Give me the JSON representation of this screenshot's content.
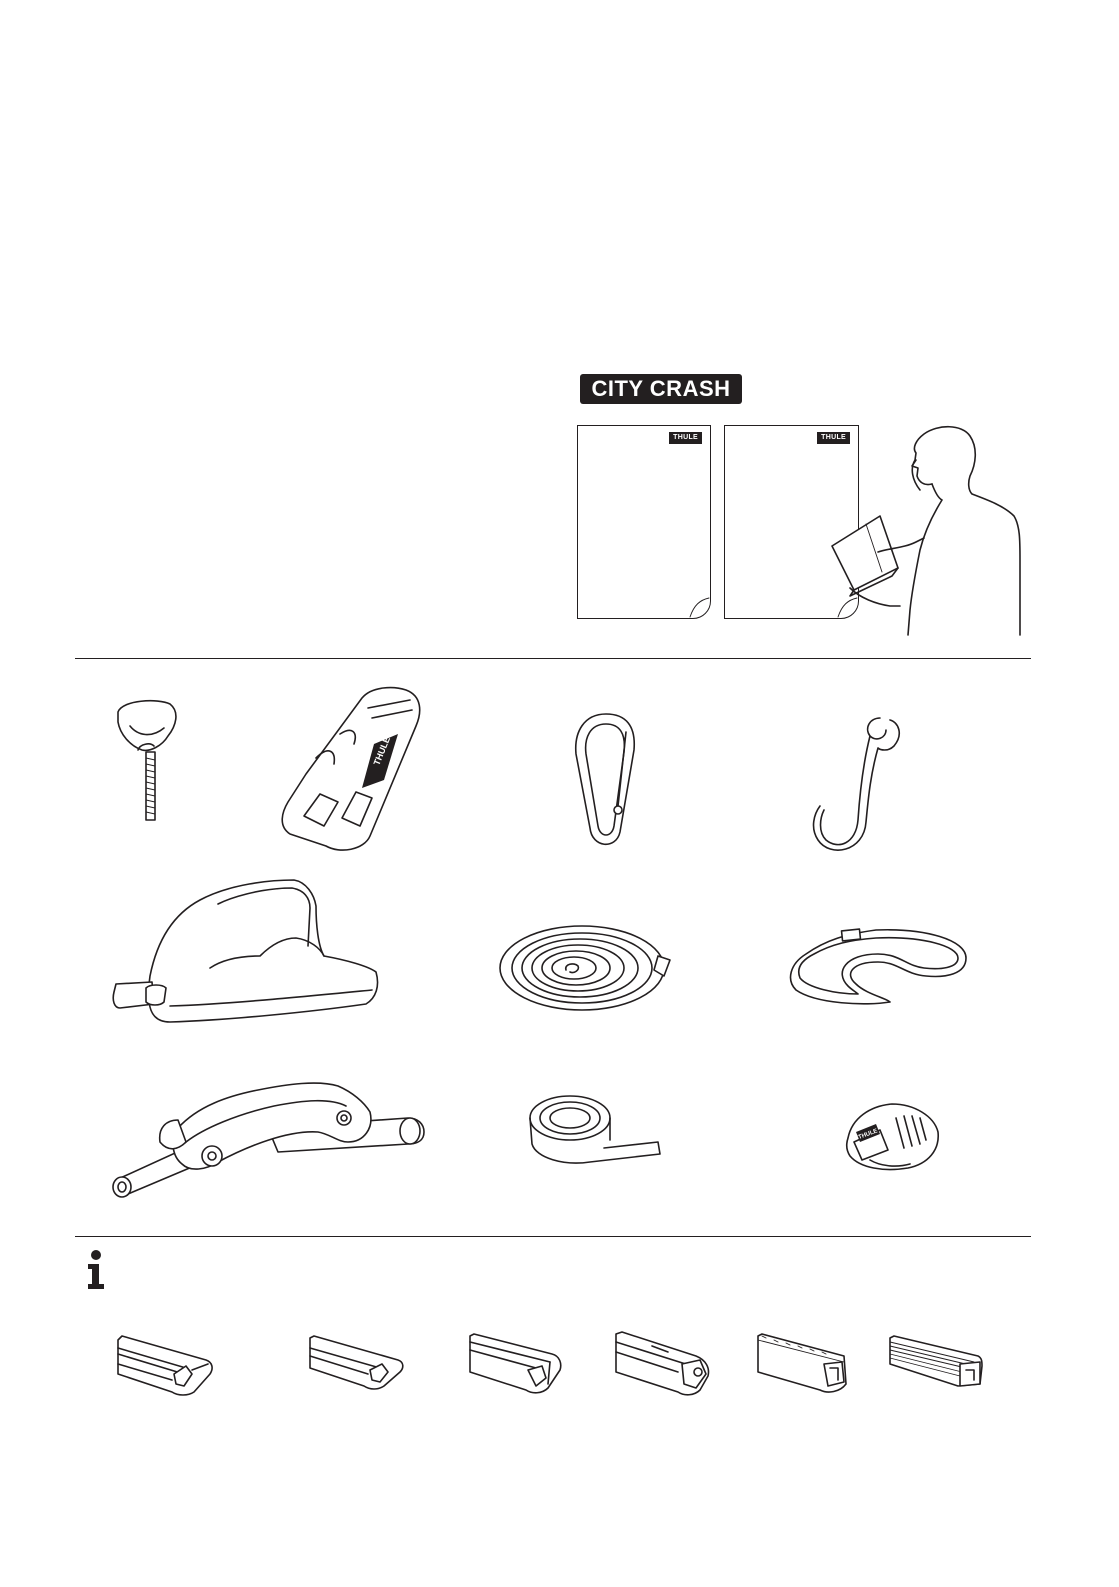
{
  "product_badge": "CITY CRASH",
  "sheet_logo_1": "THULE",
  "sheet_logo_2": "THULE",
  "tool_logo": "THULE",
  "clip_logo": "THULE",
  "info_icon": "info-icon",
  "colors": {
    "ink": "#231f20",
    "paper": "#ffffff"
  }
}
